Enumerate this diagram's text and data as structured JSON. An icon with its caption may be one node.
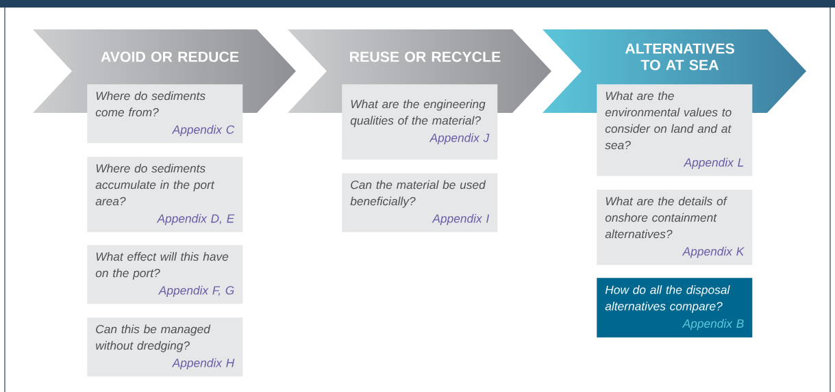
{
  "diagram": {
    "nodes": [
      {
        "text": [
          "**AVOID** OR REDUCE"
        ]
      },
      {
        "text": [
          "Where do sediments come from?",
          "Appendix C"
        ]
      },
      {
        "text": [
          "Where do sediments accumulate in the port area?",
          "Appendix D, E"
        ]
      },
      {
        "text": [
          "What effect will this have on the port?",
          "Appendix F, G"
        ]
      },
      {
        "text": [
          "Can this be managed without dredging?",
          "Appendix H"
        ]
      },
      {
        "text": [
          "**REUSE** OR RECYCLE"
        ]
      },
      {
        "text": [
          "What are the engineering qualities of the material?",
          "Appendix J"
        ]
      },
      {
        "text": [
          "Can the material be used beneficially?",
          "Appendix I"
        ]
      },
      {
        "text": [
          "ALTERNATIVES TO AT SEA"
        ]
      },
      {
        "text": [
          "What are the environmental values to consider on land and at sea?",
          "Appendix L"
        ]
      },
      {
        "text": [
          "What are the details of onshore containment alternatives?",
          "Appendix K"
        ]
      },
      {
        "text": [
          "How do all the disposal alternatives compare?",
          "Appendix B"
        ]
      }
    ]
  }
}
